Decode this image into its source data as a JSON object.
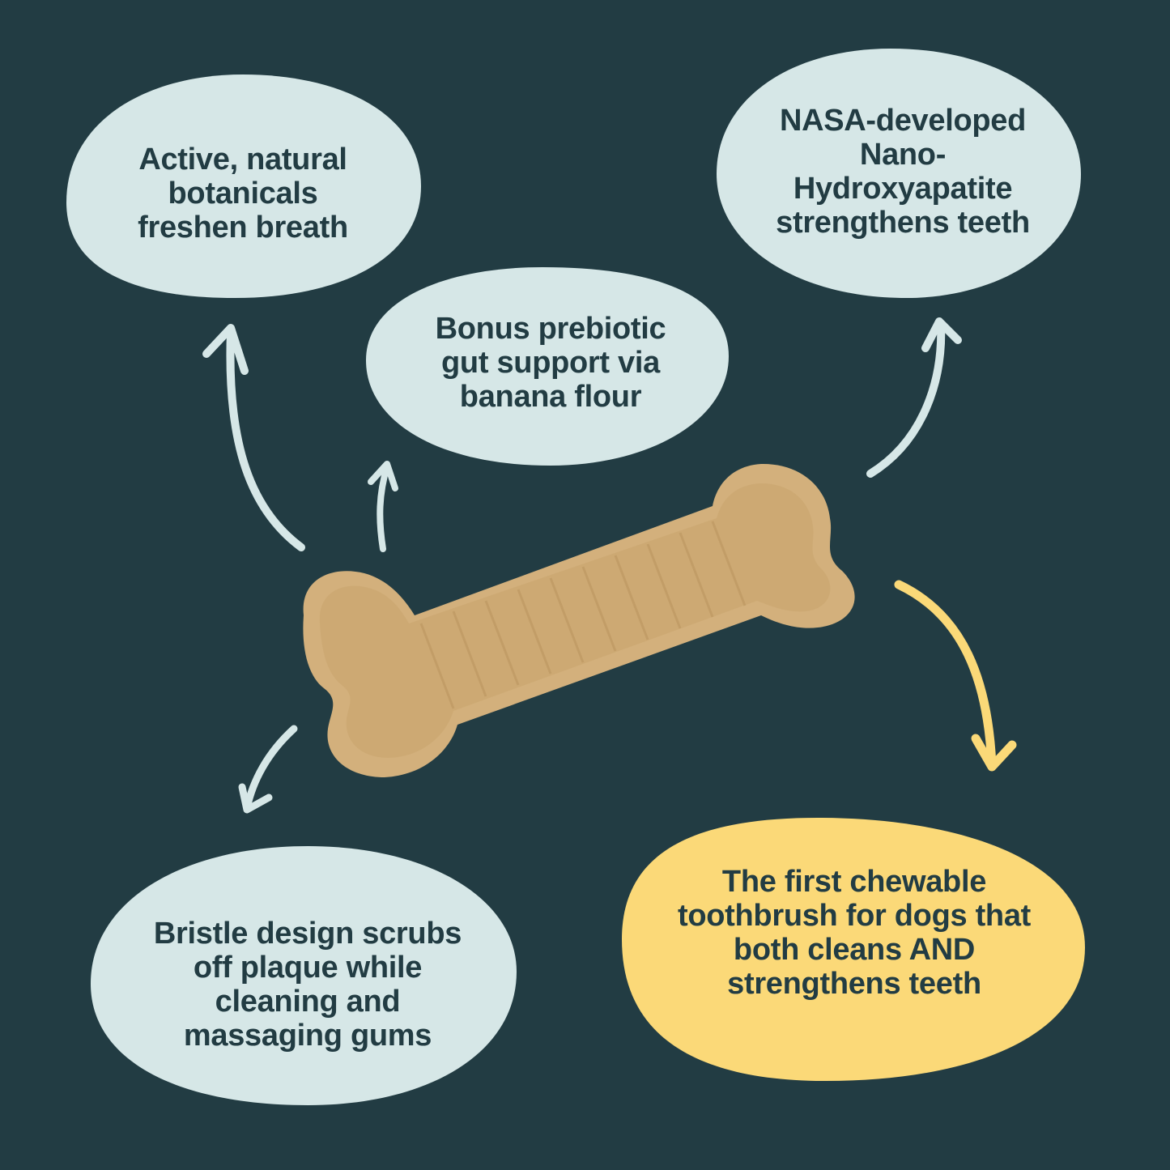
{
  "colors": {
    "background": "#223c43",
    "bubble": "#d6e7e7",
    "bubble_highlight": "#fbd978",
    "text": "#223c43",
    "arrow": "#d6e7e7",
    "arrow_highlight": "#fbd978",
    "bone": "#d8b684"
  },
  "bubbles": [
    {
      "id": "botanicals",
      "lines": [
        "Active, natural",
        "botanicals",
        "freshen breath"
      ]
    },
    {
      "id": "prebiotic",
      "lines": [
        "Bonus prebiotic",
        "gut support via",
        "banana flour"
      ]
    },
    {
      "id": "nano",
      "lines": [
        "NASA-developed",
        "Nano-",
        "Hydroxyapatite",
        "strengthens teeth"
      ]
    },
    {
      "id": "bristle",
      "lines": [
        "Bristle design scrubs",
        "off plaque while",
        "cleaning and",
        "massaging gums"
      ]
    },
    {
      "id": "first",
      "lines": [
        "The first chewable",
        "toothbrush for dogs that",
        "both cleans AND",
        "strengthens teeth"
      ]
    }
  ],
  "product": {
    "icon": "dog-chew-bone-image"
  }
}
